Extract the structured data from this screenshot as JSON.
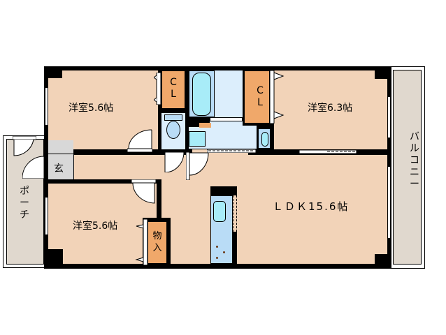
{
  "floorplan": {
    "rooms": [
      {
        "id": "western-room-1",
        "label": "洋室5.6帖",
        "type": "Western-style room",
        "size_jo": 5.6
      },
      {
        "id": "western-room-2",
        "label": "洋室6.3帖",
        "type": "Western-style room",
        "size_jo": 6.3
      },
      {
        "id": "western-room-3",
        "label": "洋室5.6帖",
        "type": "Western-style room",
        "size_jo": 5.6
      },
      {
        "id": "ldk",
        "label": "ＬＤＫ15.6帖",
        "type": "Living Dining Kitchen",
        "size_jo": 15.6
      }
    ],
    "closets": [
      {
        "id": "closet-1",
        "label_line1": "C",
        "label_line2": "L"
      },
      {
        "id": "closet-2",
        "label_line1": "C",
        "label_line2": "L"
      },
      {
        "id": "storage",
        "label_line1": "物",
        "label_line2": "入"
      }
    ],
    "entrance": {
      "label": "玄"
    },
    "porch": {
      "label_chars": [
        "ポ",
        "ー",
        "チ"
      ]
    },
    "balcony": {
      "label_chars": [
        "バ",
        "ル",
        "コ",
        "ニ",
        "ー"
      ]
    },
    "colors": {
      "room_fill": "#f2d3b8",
      "closet_fill": "#f0a86a",
      "wet_area_fill": "#dceefc",
      "fixture_fill": "#b9dcf6",
      "tub_fill": "#a8ecf8",
      "entrance_fill": "#d8d8d8",
      "exterior_fill": "#e0d8ce",
      "wall": "#000000"
    }
  }
}
